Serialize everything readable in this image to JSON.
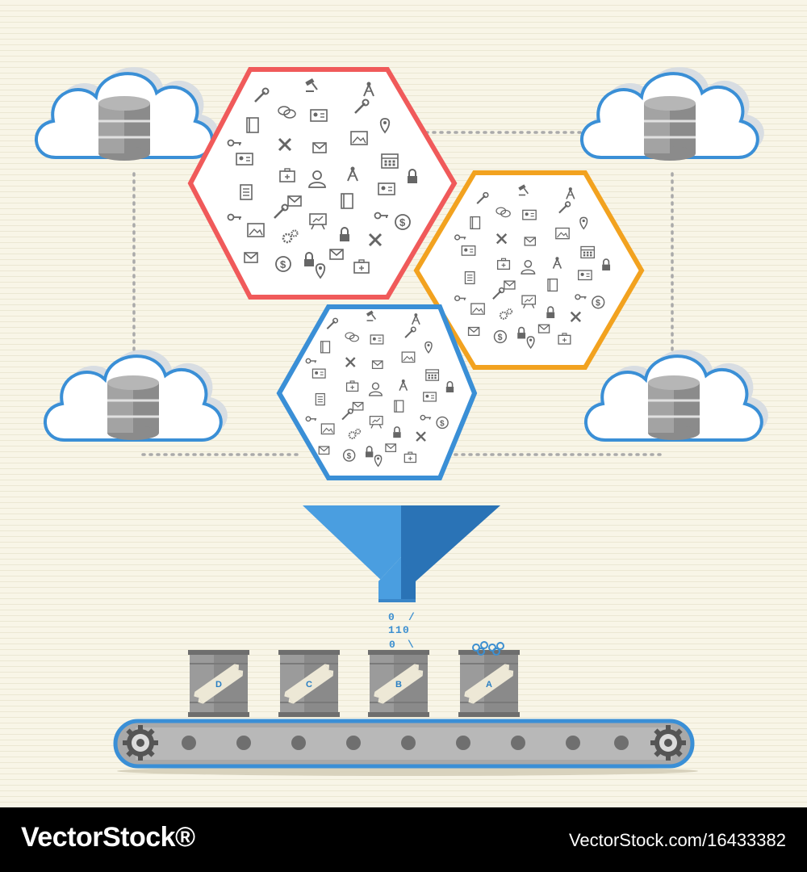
{
  "colors": {
    "background": "#f8f5e7",
    "cloud_stroke": "#3a8fd6",
    "database": "#8e8e8e",
    "hex_red": "#f05a5a",
    "hex_orange": "#f2a21f",
    "hex_blue": "#3a8fd6",
    "funnel_light": "#4a9ee0",
    "funnel_dark": "#2a73b6",
    "barrel": "#8a8a8a",
    "belt": "#3a8fd6",
    "icons": "#666666"
  },
  "clouds": [
    {
      "id": "top-left",
      "icon": "database-icon"
    },
    {
      "id": "top-right",
      "icon": "database-icon"
    },
    {
      "id": "bottom-left",
      "icon": "database-icon"
    },
    {
      "id": "bottom-right",
      "icon": "database-icon"
    }
  ],
  "hexagons": [
    {
      "id": "red",
      "color": "#f05a5a"
    },
    {
      "id": "orange",
      "color": "#f2a21f"
    },
    {
      "id": "blue",
      "color": "#3a8fd6"
    }
  ],
  "binary_stream": [
    "0",
    "/",
    "1",
    "0",
    "1",
    "0",
    "\\"
  ],
  "barrels": [
    {
      "label": "D",
      "overflow": false
    },
    {
      "label": "C",
      "overflow": false
    },
    {
      "label": "B",
      "overflow": false
    },
    {
      "label": "A",
      "overflow": true
    }
  ],
  "footer": {
    "brand": "VectorStock®",
    "url": "VectorStock.com/16433382"
  }
}
